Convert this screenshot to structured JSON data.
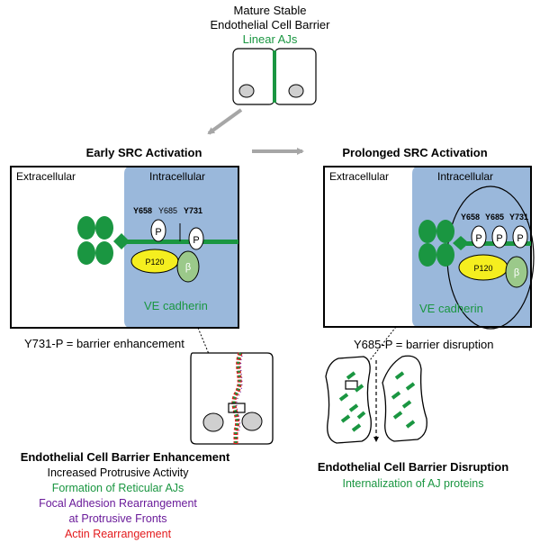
{
  "header": {
    "line1": "Mature Stable",
    "line2": "Endothelial Cell Barrier",
    "linear": "Linear AJs"
  },
  "early": {
    "title": "Early SRC Activation",
    "extracellular": "Extracellular",
    "intracellular": "Intracellular",
    "y658": "Y658",
    "y685": "Y685",
    "y731": "Y731",
    "p": "P",
    "p120": "P120",
    "beta": "β",
    "ve": "VE cadherin",
    "eq": "Y731-P = barrier enhancement"
  },
  "prolonged": {
    "title": "Prolonged SRC Activation",
    "extracellular": "Extracellular",
    "intracellular": "Intracellular",
    "y658": "Y658",
    "y685": "Y685",
    "y731": "Y731",
    "p": "P",
    "p120": "P120",
    "beta": "β",
    "ve": "VE cadherin",
    "eq": "Y685-P = barrier disruption"
  },
  "enhancement": {
    "title": "Endothelial Cell Barrier Enhancement",
    "l1": "Increased Protrusive Activity",
    "l2": "Formation of Reticular AJs",
    "l3": "Focal Adhesion Rearrangement",
    "l4": "at Protrusive Fronts",
    "l5": "Actin Rearrangement"
  },
  "disruption": {
    "title": "Endothelial Cell Barrier Disruption",
    "l1": "Internalization of AJ proteins"
  },
  "colors": {
    "green": "#1a9641",
    "purple": "#6a1b9a",
    "red": "#e31a1c",
    "intracellular_blue": "#9ab8db",
    "yellow": "#f5ee1f",
    "beta_green": "#9bc98a",
    "arrow_gray": "#a6a6a6"
  }
}
